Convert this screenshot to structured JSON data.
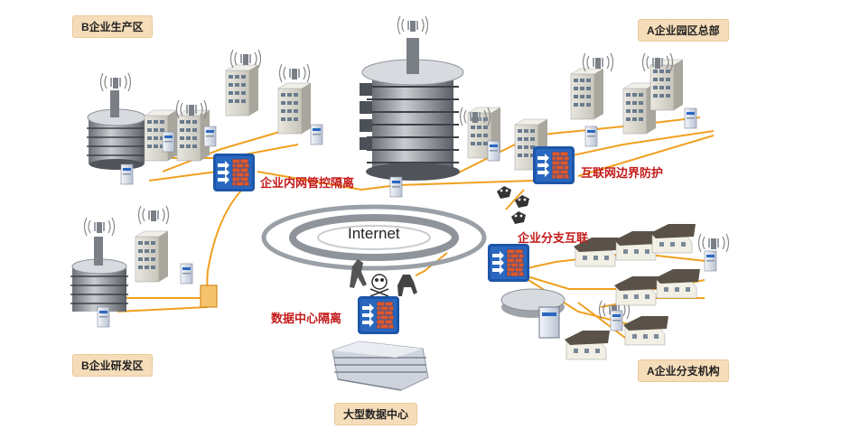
{
  "labels": {
    "b_production": "B企业生产区",
    "a_hq": "A企业园区总部",
    "b_rnd": "B企业研发区",
    "a_branch_org": "A企业分支机构",
    "data_center_large": "大型数据中心"
  },
  "annotations": {
    "intranet_isolation": "企业内网管控隔离",
    "internet_boundary": "互联网边界防护",
    "branch_interconnect": "企业分支互联",
    "dc_isolation": "数据中心隔离"
  },
  "internet_label": "Internet",
  "colors": {
    "link": "#f0a020",
    "firewall_bg": "#1d56a8",
    "brick": "#e0572a",
    "label_bg": "#f6ddba",
    "alert_text": "#c41a1a"
  },
  "icons": {
    "firewall": "firewall-icon",
    "antenna": "wireless-antenna-icon",
    "building": "office-building-icon",
    "server": "server-icon",
    "house": "branch-house-icon",
    "threat": "threat-icon"
  }
}
